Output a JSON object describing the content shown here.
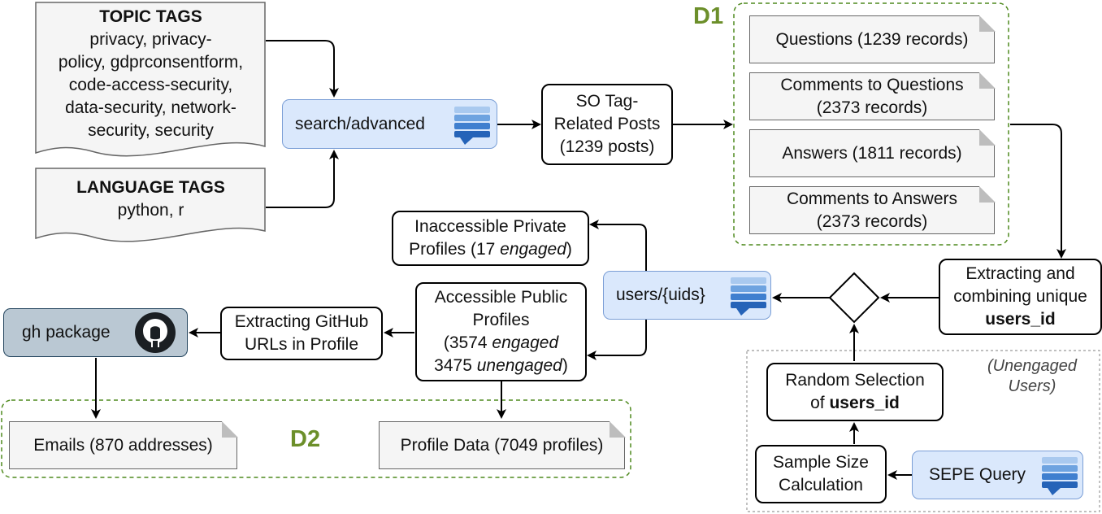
{
  "docs": {
    "topic": {
      "title": "TOPIC TAGS",
      "lines": [
        "privacy, privacy-",
        "policy, gdprconsentform,",
        "code-access-security,",
        "data-security, network-",
        "security, security"
      ]
    },
    "language": {
      "title": "LANGUAGE TAGS",
      "lines": [
        "python, r"
      ]
    }
  },
  "nodes": {
    "search": "search/advanced",
    "posts": [
      "SO Tag-",
      "Related Posts",
      "(1239 posts)"
    ],
    "extract_users": {
      "l1": "Extracting and",
      "l2": "combining unique",
      "l3": "users_id"
    },
    "users_api": "users/{uids}",
    "inaccessible": {
      "l1": "Inaccessible Private",
      "l2a": "Profiles (17 ",
      "l2b": "engaged",
      "l2c": ")"
    },
    "accessible": {
      "l1": "Accessible Public",
      "l2": "Profiles",
      "l3a": "(3574 ",
      "l3b": "engaged",
      "l4a": "3475 ",
      "l4b": "unengaged",
      "l4c": ")"
    },
    "gh_urls": [
      "Extracting GitHub",
      "URLs in Profile"
    ],
    "gh_package": "gh package",
    "random": {
      "l1": "Random Selection",
      "l2a": "of ",
      "l2b": "users_id"
    },
    "sample": [
      "Sample Size",
      "Calculation"
    ],
    "sepe": "SEPE Query"
  },
  "d1": {
    "label": "D1",
    "items": [
      [
        "Questions (1239 records)"
      ],
      [
        "Comments to Questions",
        "(2373 records)"
      ],
      [
        "Answers (1811 records)"
      ],
      [
        "Comments to Answers",
        "(2373 records)"
      ]
    ]
  },
  "d2": {
    "label": "D2",
    "emails": "Emails (870 addresses)",
    "profiles": "Profile Data (7049 profiles)"
  },
  "unengaged": [
    "(Unengaged",
    "Users)"
  ]
}
